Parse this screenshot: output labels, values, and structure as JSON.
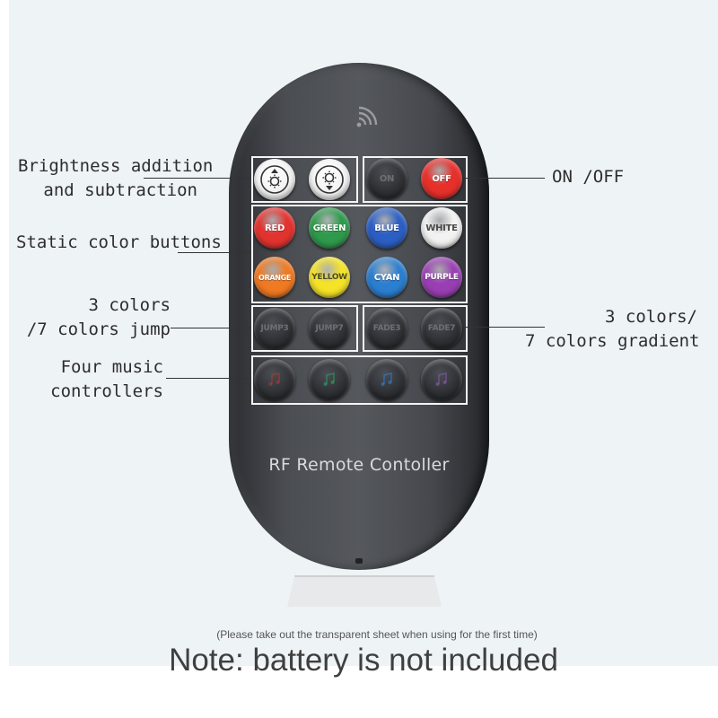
{
  "remote": {
    "title": "RF Remote Contoller",
    "icon": "wireless-signal-icon"
  },
  "annotations": {
    "brightness": [
      "Brightness addition",
      "and subtraction"
    ],
    "on_off": "ON /OFF",
    "static": "Static color buttons",
    "jump": [
      "3 colors",
      "/7 colors jump"
    ],
    "gradient": [
      "3 colors/",
      "7 colors gradient"
    ],
    "music": [
      "Four music",
      "controllers"
    ]
  },
  "buttons": {
    "on": "ON",
    "off": "OFF",
    "red": "RED",
    "green": "GREEN",
    "blue": "BLUE",
    "white": "WHITE",
    "orange": "ORANGE",
    "yellow": "YELLOW",
    "cyan": "CYAN",
    "purple": "PURPLE",
    "jump3": "JUMP3",
    "jump7": "JUMP7",
    "fade3": "FADE3",
    "fade7": "FADE7"
  },
  "colors": {
    "off": "#e8302b",
    "red": "#e3332f",
    "green": "#2f9a4c",
    "blue": "#2c5fc4",
    "white": "#f2f2f2",
    "orange": "#f07a22",
    "yellow": "#f5e327",
    "cyan": "#2b7fd0",
    "purple": "#9a3fb3"
  },
  "notes": {
    "sheet": "(Please take out the transparent sheet when using for the first time)",
    "battery": "Note: battery is not included"
  }
}
